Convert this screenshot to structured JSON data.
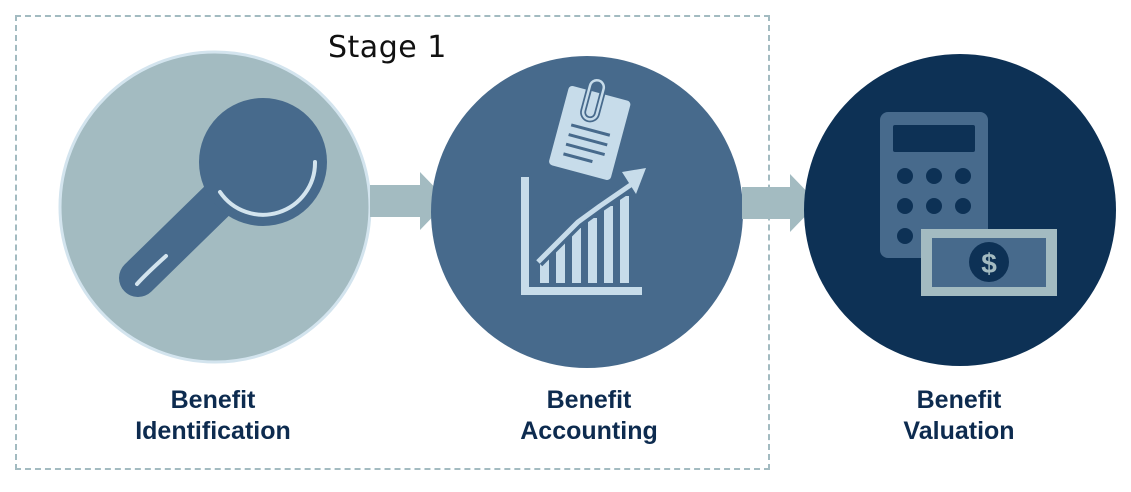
{
  "stage": {
    "label": "Stage 1"
  },
  "steps": [
    {
      "line1": "Benefit",
      "line2": "Identification",
      "color": "#a3bbc1",
      "icon": "magnifying-glass-icon"
    },
    {
      "line1": "Benefit",
      "line2": "Accounting",
      "color": "#476a8c",
      "icon": "clipboard-chart-icon"
    },
    {
      "line1": "Benefit",
      "line2": "Valuation",
      "color": "#0d3155",
      "icon": "calculator-money-icon"
    }
  ],
  "colors": {
    "arrow": "#a3bbc1",
    "label_text": "#0d2b4f",
    "dashed_border": "#a3bbc1",
    "icon_dark": "#476a8c",
    "icon_light": "#c7dcea"
  }
}
